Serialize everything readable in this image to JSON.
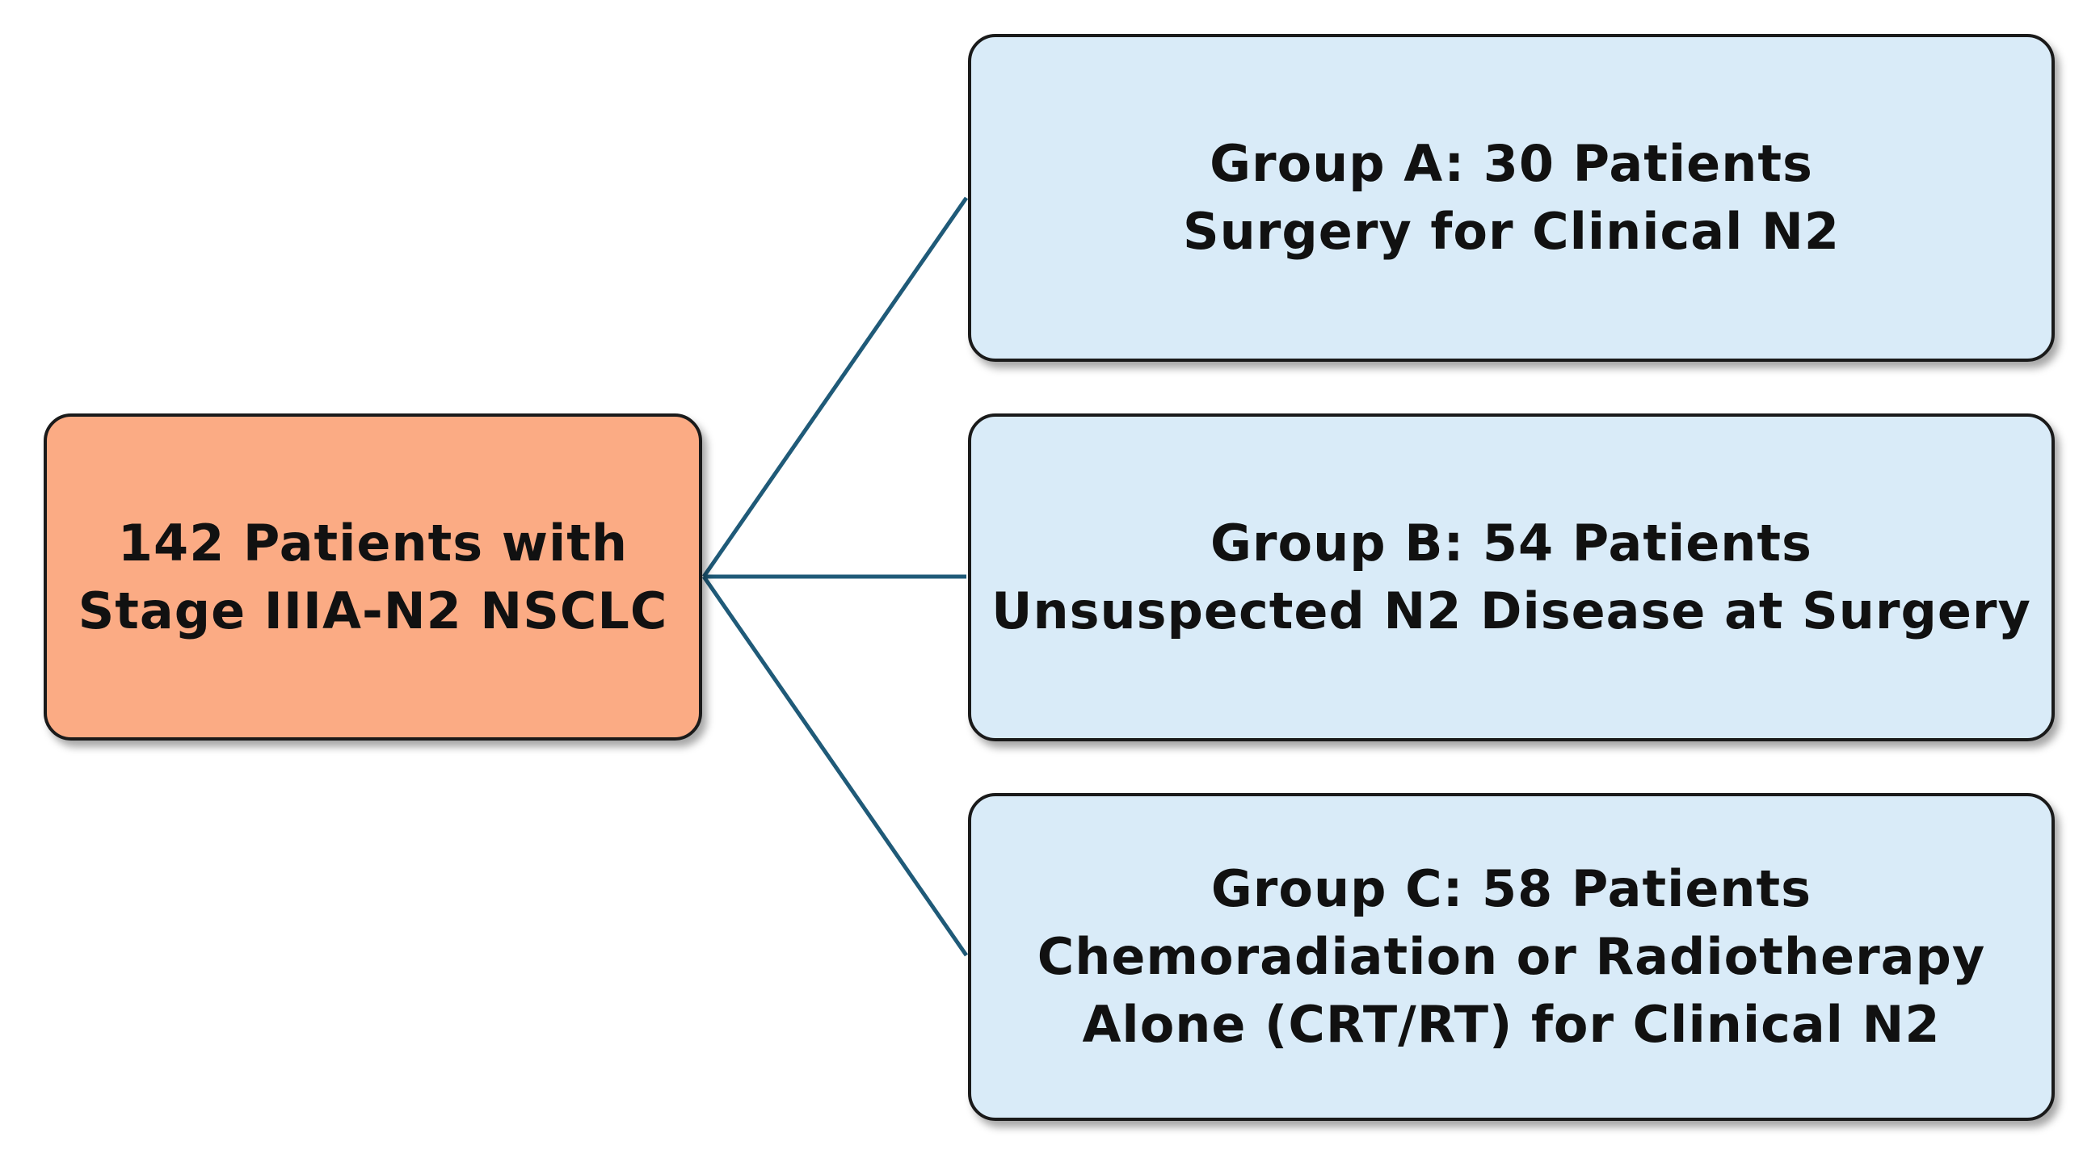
{
  "colors": {
    "source_fill": "#fbab84",
    "group_fill": "#d9ebf8",
    "connector": "#1f5a78",
    "border": "#1a1a1a"
  },
  "source": {
    "line1": "142 Patients with",
    "line2": "Stage IIIA-N2 NSCLC"
  },
  "groups": [
    {
      "line1": "Group A: 30 Patients",
      "line2": "Surgery for Clinical N2"
    },
    {
      "line1": "Group B: 54 Patients",
      "line2": "Unsuspected N2 Disease at Surgery"
    },
    {
      "line1": "Group C: 58 Patients",
      "line2": "Chemoradiation or Radiotherapy",
      "line3": "Alone (CRT/RT) for Clinical N2"
    }
  ]
}
